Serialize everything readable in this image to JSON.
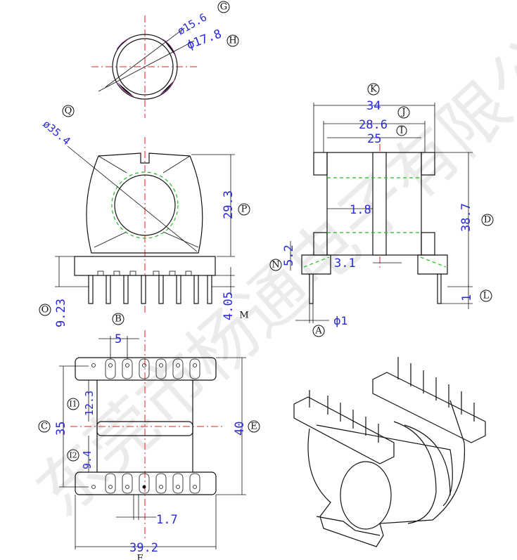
{
  "watermark_text": "东莞市杨通电子有限公司",
  "dimensions": {
    "G": "ø15.6",
    "H": "ϕ17.8",
    "Q": "ø35.4",
    "P": "29.3",
    "O": "9.23",
    "M": "4.05",
    "K": "34",
    "J": "28.6",
    "I": "25",
    "D": "38.7",
    "slot": "1.8",
    "N": "5.2",
    "gap": "3.1",
    "L": "1",
    "A": "ϕ1",
    "B": "5",
    "C": "35",
    "I1": "12.3",
    "I2": "9.4",
    "E": "40",
    "pin_w": "1.7",
    "F": "39.2"
  },
  "callouts": [
    "G",
    "H",
    "Q",
    "P",
    "O",
    "M",
    "K",
    "J",
    "I",
    "D",
    "N",
    "L",
    "A",
    "B",
    "C",
    "I1",
    "I2",
    "E",
    "F"
  ]
}
